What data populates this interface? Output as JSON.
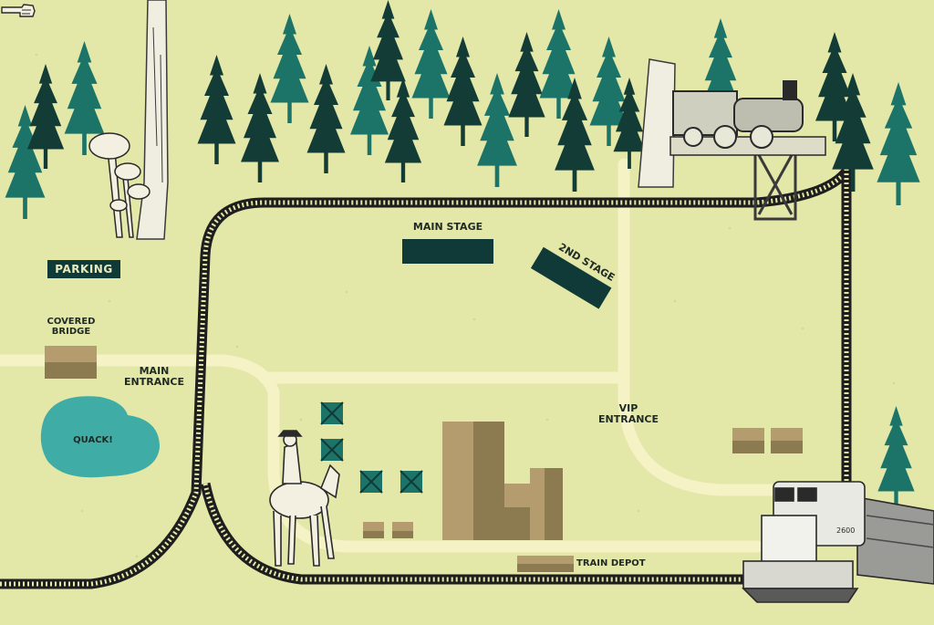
{
  "labels": {
    "parking": "PARKING",
    "covered_bridge_line1": "COVERED",
    "covered_bridge_line2": "BRIDGE",
    "main_entrance_line1": "MAIN",
    "main_entrance_line2": "ENTRANCE",
    "main_stage": "MAIN STAGE",
    "second_stage": "2ND STAGE",
    "vip_entrance_line1": "VIP",
    "vip_entrance_line2": "ENTRANCE",
    "pond": "QUACK!",
    "train_depot": "TRAIN DEPOT",
    "locomotive_number": "2600"
  },
  "colors": {
    "background": "#e3e7a8",
    "path": "#f5f2c6",
    "tree_dark": "#143c36",
    "tree_teal": "#1c7468",
    "stage": "#0f3a37",
    "building_light": "#b49c6e",
    "building_dark": "#8c7a50",
    "pond": "#3fada5",
    "rail": "#1e1e1e"
  },
  "icons": [
    "pointing-hand-icon",
    "mushroom-cluster-icon",
    "steam-locomotive-icon",
    "diesel-locomotive-icon",
    "horse-rider-icon",
    "pine-tree-icon"
  ]
}
